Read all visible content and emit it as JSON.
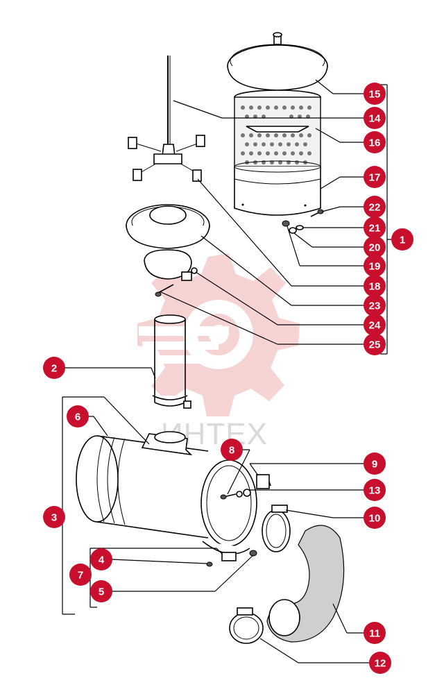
{
  "watermark": {
    "text": "ИНТЕХ"
  },
  "colors": {
    "callout": "#c8102e",
    "watermark_gear": "#f3c6c6",
    "watermark_text": "#d9d9d9"
  },
  "callouts": [
    {
      "num": "1"
    },
    {
      "num": "2"
    },
    {
      "num": "3"
    },
    {
      "num": "4"
    },
    {
      "num": "5"
    },
    {
      "num": "6"
    },
    {
      "num": "7"
    },
    {
      "num": "8"
    },
    {
      "num": "9"
    },
    {
      "num": "10"
    },
    {
      "num": "11"
    },
    {
      "num": "12"
    },
    {
      "num": "13"
    },
    {
      "num": "14"
    },
    {
      "num": "15"
    },
    {
      "num": "16"
    },
    {
      "num": "17"
    },
    {
      "num": "18"
    },
    {
      "num": "19"
    },
    {
      "num": "20"
    },
    {
      "num": "21"
    },
    {
      "num": "22"
    },
    {
      "num": "23"
    },
    {
      "num": "24"
    },
    {
      "num": "25"
    }
  ]
}
